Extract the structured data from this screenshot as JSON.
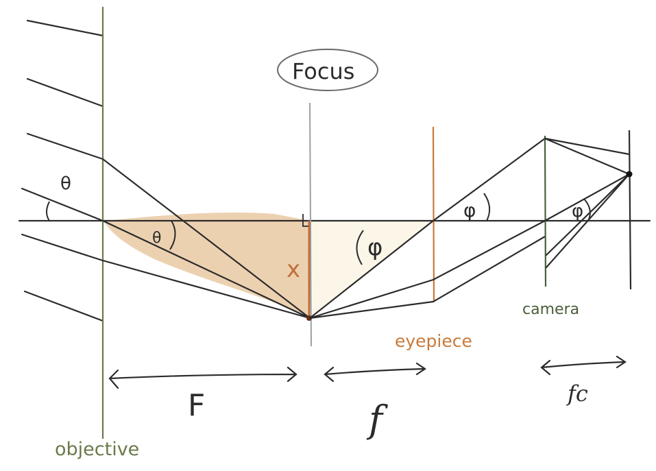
{
  "labels": {
    "focus": "Focus",
    "theta_in": "θ",
    "theta_out": "θ",
    "x": "x",
    "phi_focus": "φ",
    "phi_eyepiece": "φ",
    "phi_camera": "φ",
    "F": "F",
    "f": "f",
    "fc": "fc",
    "objective": "objective",
    "eyepiece": "eyepiece",
    "camera": "camera"
  },
  "colors": {
    "ink": "#2b2b2b",
    "objective": "#6a7a4a",
    "eyepiece": "#c87a3a",
    "camera": "#4a5f3a",
    "focus_line": "#9aa1a6",
    "fill_left": "#e9c9a3",
    "fill_right": "#fbf6e8",
    "focus_mark": "#c0703a"
  }
}
